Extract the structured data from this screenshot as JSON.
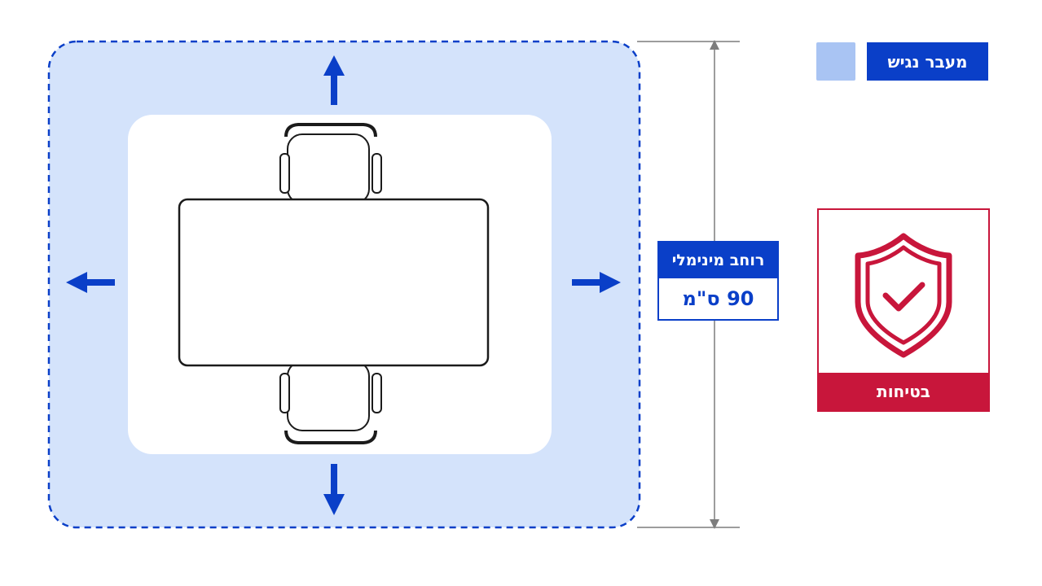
{
  "legend": {
    "label": "מעבר נגיש",
    "swatch_color": "#a9c4f3"
  },
  "dimension": {
    "title": "רוחב מינימלי",
    "value": "90 ס\"מ"
  },
  "safety": {
    "label": "בטיחות",
    "icon": "shield-check-icon",
    "color": "#c8163b"
  },
  "colors": {
    "accent": "#0a3fc8",
    "zone_fill": "#d4e3fb",
    "safety": "#c8163b"
  }
}
